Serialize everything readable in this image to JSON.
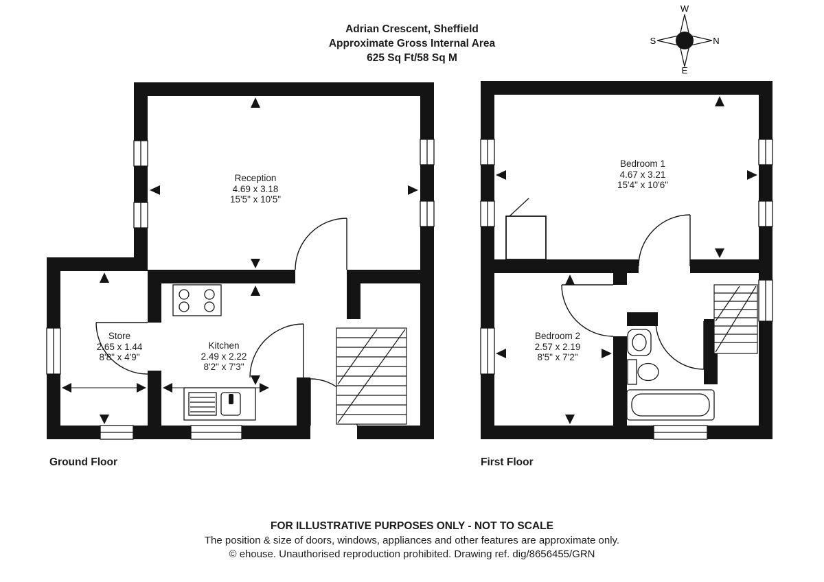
{
  "header": {
    "title": "Adrian Crescent, Sheffield",
    "subtitle": "Approximate Gross Internal Area",
    "area": "625 Sq Ft/58 Sq M"
  },
  "compass": {
    "top": "W",
    "right": "N",
    "left": "S",
    "bottom": "E"
  },
  "floors": {
    "ground_label": "Ground Floor",
    "first_label": "First Floor"
  },
  "rooms": {
    "reception": {
      "name": "Reception",
      "metric": "4.69 x 3.18",
      "imperial": "15'5\" x 10'5\""
    },
    "store": {
      "name": "Store",
      "metric": "2.65 x 1.44",
      "imperial": "8'8\" x 4'9\""
    },
    "kitchen": {
      "name": "Kitchen",
      "metric": "2.49 x 2.22",
      "imperial": "8'2\" x 7'3\""
    },
    "bedroom1": {
      "name": "Bedroom 1",
      "metric": "4.67 x 3.21",
      "imperial": "15'4\" x 10'6\""
    },
    "bedroom2": {
      "name": "Bedroom 2",
      "metric": "2.57 x 2.19",
      "imperial": "8'5\" x 7'2\""
    }
  },
  "footer": {
    "line1": "FOR ILLUSTRATIVE PURPOSES ONLY - NOT TO SCALE",
    "line2": "The position & size of doors, windows, appliances and other features are approximate only.",
    "line3": "© ehouse. Unauthorised reproduction prohibited. Drawing ref. dig/8656455/GRN"
  },
  "colors": {
    "wall": "#141414",
    "background": "#ffffff"
  }
}
